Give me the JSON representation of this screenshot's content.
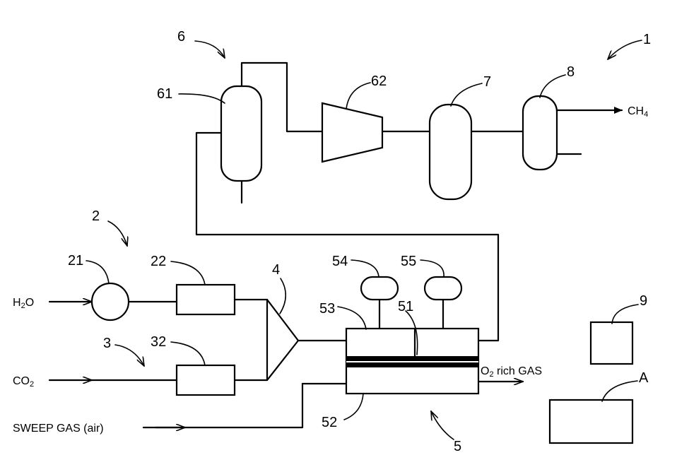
{
  "refs": {
    "system": "1",
    "supply_h2o": "2",
    "supply_co2": "3",
    "mixer": "4",
    "electrolysis_cell": "5",
    "separation_unit": "6",
    "reactor": "7",
    "separator": "8",
    "controller": "9",
    "pump": "21",
    "heater_h2o": "22",
    "heater_co2": "32",
    "membrane": "51",
    "anode_chamber": "52",
    "cathode_chamber": "53",
    "sensor_54": "54",
    "sensor_55": "55",
    "condenser": "61",
    "compressor": "62",
    "device_a": "A"
  },
  "labels": {
    "h2o_main": "H",
    "h2o_sub": "2",
    "h2o_tail": "O",
    "co2_main": "CO",
    "co2_sub": "2",
    "sweep": "SWEEP GAS (air)",
    "o2_main": "O",
    "o2_sub": "2",
    "o2_tail": " rich GAS",
    "ch4_main": "CH",
    "ch4_sub": "4"
  }
}
